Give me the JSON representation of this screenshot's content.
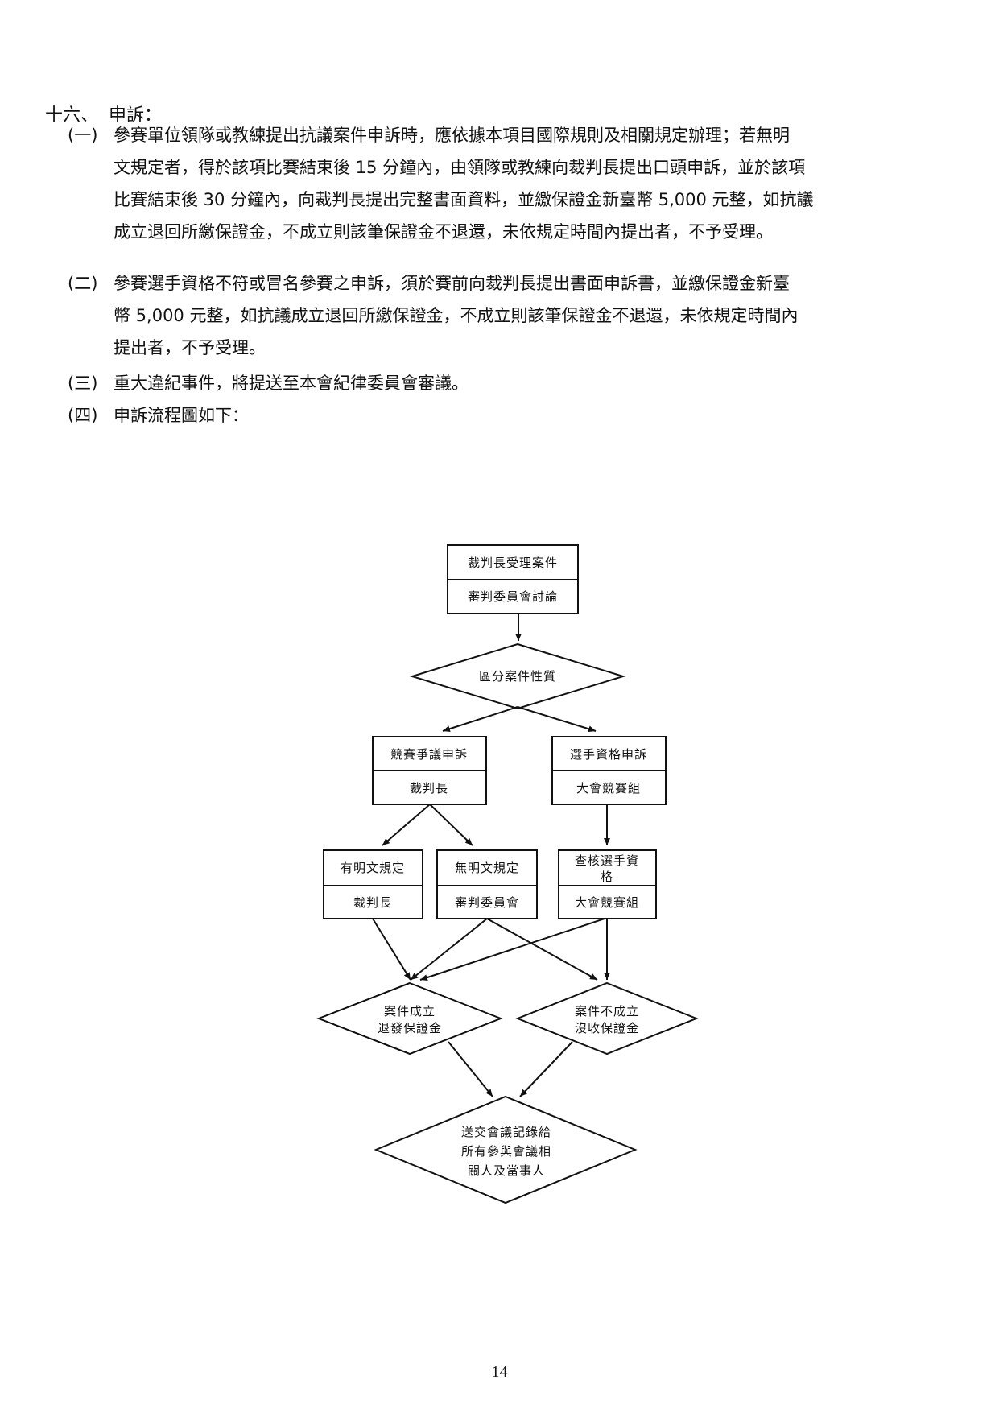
{
  "section": {
    "number": "十六、",
    "title": "申訴："
  },
  "items": [
    {
      "num": "(一)",
      "lines": [
        "參賽單位領隊或教練提出抗議案件申訴時，應依據本項目國際規則及相關規定辦理；若無明",
        "文規定者，得於該項比賽結束後 15 分鐘內，由領隊或教練向裁判長提出口頭申訴，並於該項",
        "比賽結束後 30 分鐘內，向裁判長提出完整書面資料，並繳保證金新臺幣 5,000 元整，如抗議",
        "成立退回所繳保證金，不成立則該筆保證金不退還，未依規定時間內提出者，不予受理。"
      ]
    },
    {
      "num": "(二)",
      "lines": [
        "參賽選手資格不符或冒名參賽之申訴，須於賽前向裁判長提出書面申訴書，並繳保證金新臺",
        "幣 5,000 元整，如抗議成立退回所繳保證金，不成立則該筆保證金不退還，未依規定時間內",
        "提出者，不予受理。"
      ]
    },
    {
      "num": "(三)",
      "lines": [
        "重大違紀事件，將提送至本會紀律委員會審議。"
      ]
    },
    {
      "num": "(四)",
      "lines": [
        "申訴流程圖如下："
      ]
    }
  ],
  "flowchart": {
    "start": {
      "top": "裁判長受理案件",
      "bottom": "審判委員會討論"
    },
    "classify": "區分案件性質",
    "dispute": {
      "top": "競賽爭議申訴",
      "bottom": "裁判長"
    },
    "eligibility": {
      "top": "選手資格申訴",
      "bottom": "大會競賽組"
    },
    "explicit": {
      "top": "有明文規定",
      "bottom": "裁判長"
    },
    "no_explicit": {
      "top": "無明文規定",
      "bottom": "審判委員會"
    },
    "verify": {
      "top_line1": "查核選手資",
      "top_line2": "格",
      "bottom": "大會競賽組"
    },
    "upheld": {
      "line1": "案件成立",
      "line2": "退發保證金"
    },
    "rejected": {
      "line1": "案件不成立",
      "line2": "沒收保證金"
    },
    "final": {
      "line1": "送交會議記錄給",
      "line2": "所有參與會議相",
      "line3": "關人及當事人"
    }
  },
  "page_number": "14"
}
